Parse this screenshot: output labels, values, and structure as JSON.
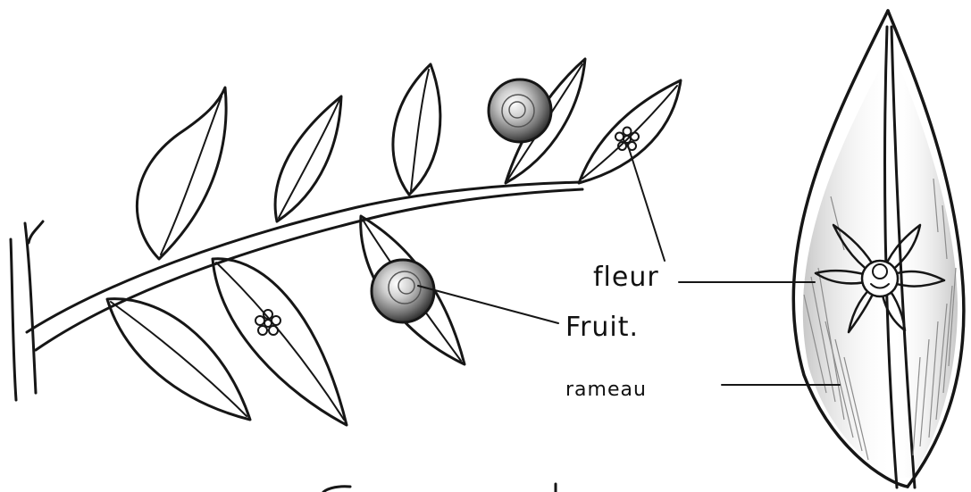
{
  "labels": {
    "fleur": "fleur",
    "fruit": "Fruit.",
    "rameau": "rameau"
  },
  "colors": {
    "ink": "#161616",
    "fruit_shade": "#7a7a7a",
    "hatch": "#8c8c8c",
    "background": "#ffffff"
  }
}
